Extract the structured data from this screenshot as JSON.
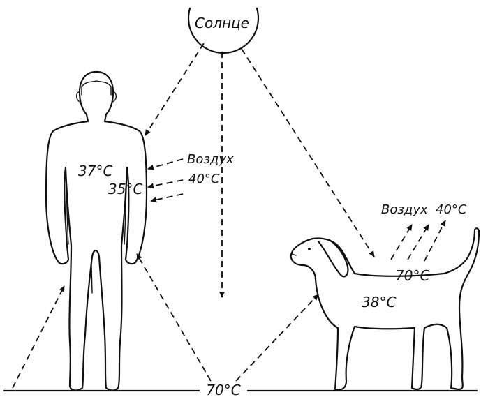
{
  "sun": {
    "label": "Солнце"
  },
  "human": {
    "core_temp": "37°C",
    "skin_temp": "35°C"
  },
  "air_left": {
    "label": "Воздух",
    "temp": "40°C"
  },
  "dog": {
    "back_temp": "70°C",
    "core_temp": "38°C"
  },
  "air_right": {
    "label": "Воздух",
    "temp": "40°C"
  },
  "ground": {
    "temp": "70°C"
  },
  "colors": {
    "ink": "#111111",
    "background": "#ffffff"
  }
}
